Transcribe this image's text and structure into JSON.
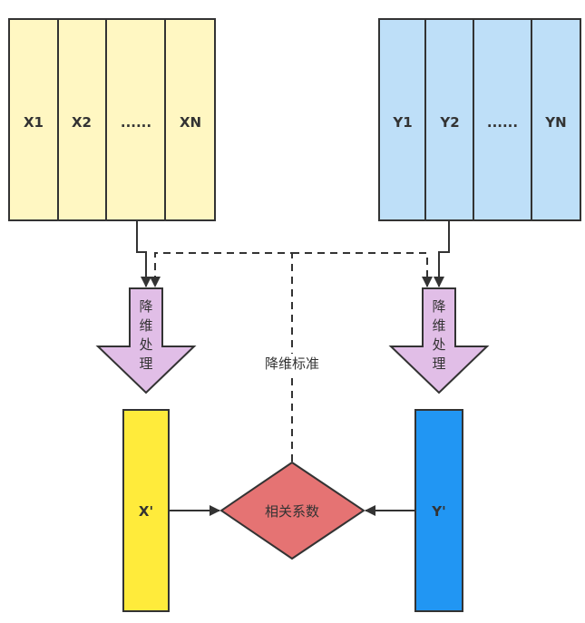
{
  "colors": {
    "x_group_fill": "#FFF7C2",
    "y_group_fill": "#BEDFF8",
    "arrow_fill": "#E1BEE7",
    "x_prime_fill": "#FFEB3B",
    "y_prime_fill": "#2196F3",
    "diamond_fill": "#E57373",
    "stroke": "#333333"
  },
  "x_group": {
    "cells": [
      "X1",
      "X2",
      "......",
      "XN"
    ]
  },
  "y_group": {
    "cells": [
      "Y1",
      "Y2",
      "......",
      "YN"
    ]
  },
  "left_process": {
    "label_chars": [
      "降",
      "维",
      "处",
      "理"
    ]
  },
  "right_process": {
    "label_chars": [
      "降",
      "维",
      "处",
      "理"
    ]
  },
  "standard_label": "降维标准",
  "x_prime": {
    "label": "X'"
  },
  "y_prime": {
    "label": "Y'"
  },
  "correlation": {
    "label": "相关系数"
  }
}
